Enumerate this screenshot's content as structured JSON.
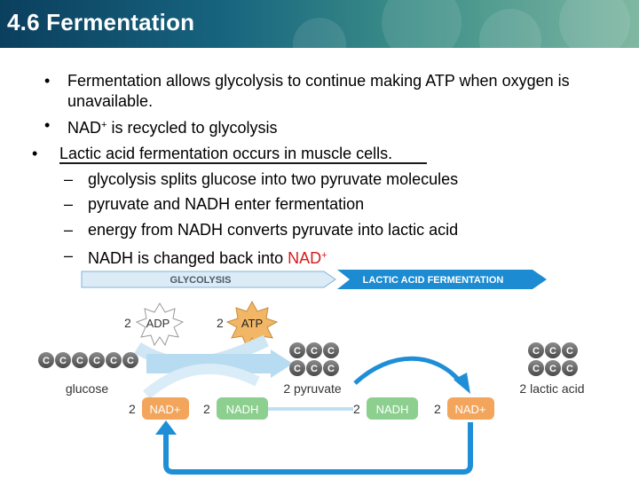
{
  "header": {
    "title": "4.6 Fermentation"
  },
  "bullets_top": [
    {
      "line1": "Fermentation allows glycolysis to continue making ATP when oxygen is",
      "line2": "unavailable."
    },
    {
      "pre": "NAD",
      "sup": "+",
      "post": " is recycled to glycolysis"
    }
  ],
  "main_bullet": {
    "text_underlined": "Lactic acid fermentation occurs in muscle cells",
    "tail": "."
  },
  "sub_bullets": [
    "glycolysis splits glucose into two pyruvate molecules",
    "pyruvate and NADH enter fermentation",
    "energy from NADH converts pyruvate into lactic acid"
  ],
  "last_sub": {
    "pre": "NADH is changed back into ",
    "red": "NAD",
    "sup": "+"
  },
  "diagram": {
    "banner_left": "GLYCOLYSIS",
    "banner_right": "LACTIC ACID FERMENTATION",
    "adp": {
      "count": "2",
      "label": "ADP"
    },
    "atp": {
      "count": "2",
      "label": "ATP"
    },
    "carbon": "C",
    "glucose_label": "glucose",
    "pyruvate_label": "2 pyruvate",
    "lactic_label": "2 lactic acid",
    "nad_left": {
      "count": "2",
      "label": "NAD+"
    },
    "nadh_left": {
      "count": "2",
      "label": "NADH"
    },
    "nadh_right": {
      "count": "2",
      "label": "NADH"
    },
    "nad_right": {
      "count": "2",
      "label": "NAD+"
    },
    "colors": {
      "nad": "#f3a55c",
      "nadh": "#8ccf8f",
      "banner": "#1d8bd1",
      "arrow": "#1e8fd6",
      "atp_star": "#f2b766"
    }
  }
}
